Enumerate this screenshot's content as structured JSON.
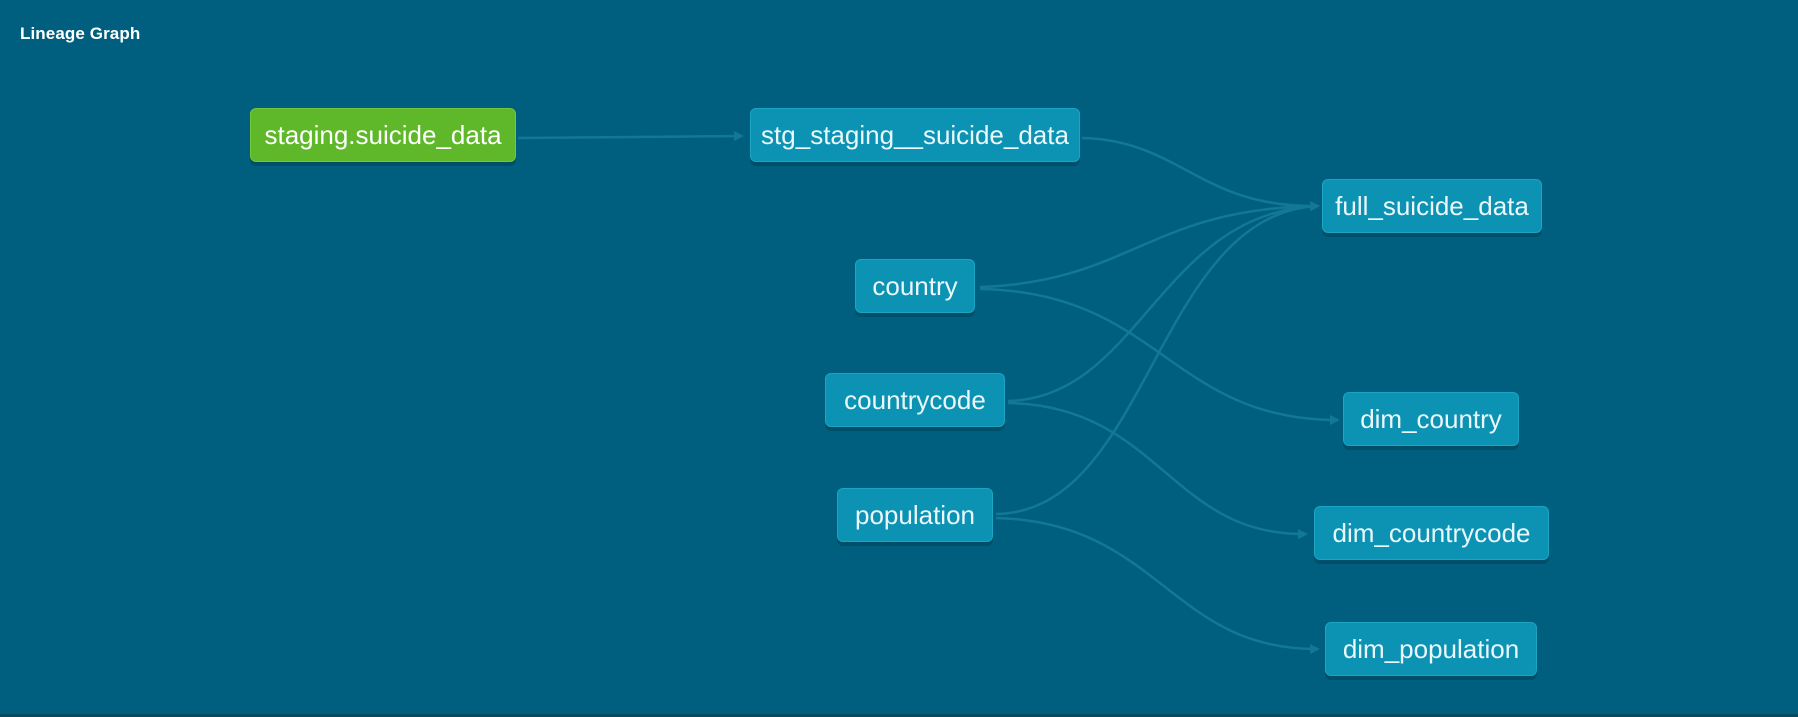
{
  "header": {
    "title": "Lineage Graph"
  },
  "colors": {
    "background": "#005f7e",
    "model_node": "#0c93b4",
    "source_node": "#5eb82a",
    "edge": "#137898"
  },
  "nodes": [
    {
      "id": "staging_suicide_data_source",
      "label": "staging.suicide_data",
      "kind": "source"
    },
    {
      "id": "stg_staging__suicide_data",
      "label": "stg_staging__suicide_data",
      "kind": "model"
    },
    {
      "id": "country",
      "label": "country",
      "kind": "model"
    },
    {
      "id": "countrycode",
      "label": "countrycode",
      "kind": "model"
    },
    {
      "id": "population",
      "label": "population",
      "kind": "model"
    },
    {
      "id": "full_suicide_data",
      "label": "full_suicide_data",
      "kind": "model"
    },
    {
      "id": "dim_country",
      "label": "dim_country",
      "kind": "model"
    },
    {
      "id": "dim_countrycode",
      "label": "dim_countrycode",
      "kind": "model"
    },
    {
      "id": "dim_population",
      "label": "dim_population",
      "kind": "model"
    }
  ],
  "edges": [
    {
      "from": "staging.suicide_data",
      "to": "stg_staging__suicide_data"
    },
    {
      "from": "stg_staging__suicide_data",
      "to": "full_suicide_data"
    },
    {
      "from": "country",
      "to": "full_suicide_data"
    },
    {
      "from": "countrycode",
      "to": "full_suicide_data"
    },
    {
      "from": "population",
      "to": "full_suicide_data"
    },
    {
      "from": "country",
      "to": "dim_country"
    },
    {
      "from": "countrycode",
      "to": "dim_countrycode"
    },
    {
      "from": "population",
      "to": "dim_population"
    }
  ]
}
